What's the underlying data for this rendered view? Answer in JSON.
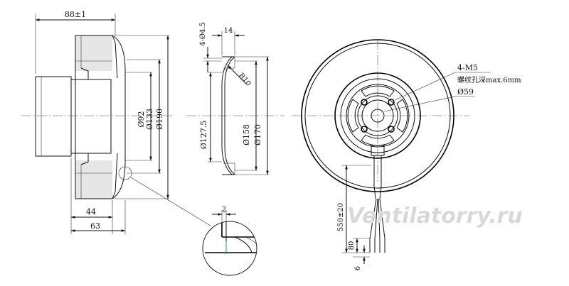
{
  "side_view": {
    "dims": {
      "overall_width": "88±1",
      "d92": "Ø92",
      "d133": "Ø133",
      "d190": "Ø190",
      "w44": "44",
      "w63": "63"
    }
  },
  "section_view": {
    "dims": {
      "holes": "4-Ø4.5",
      "w14": "14",
      "r10": "R10",
      "d127_5": "Ø127.5",
      "d158": "Ø158",
      "d170": "Ø170"
    }
  },
  "detail_view": {
    "dims": {
      "gap": "2"
    }
  },
  "front_view": {
    "callouts": {
      "thread": "4-M5",
      "thread_note": "螺纹孔深max.6mm",
      "d59": "Ø59"
    },
    "dims": {
      "cable_length": "550±20",
      "strip_length": "80",
      "wire_end": "6"
    }
  },
  "watermark": "Ventilatorry.ru"
}
